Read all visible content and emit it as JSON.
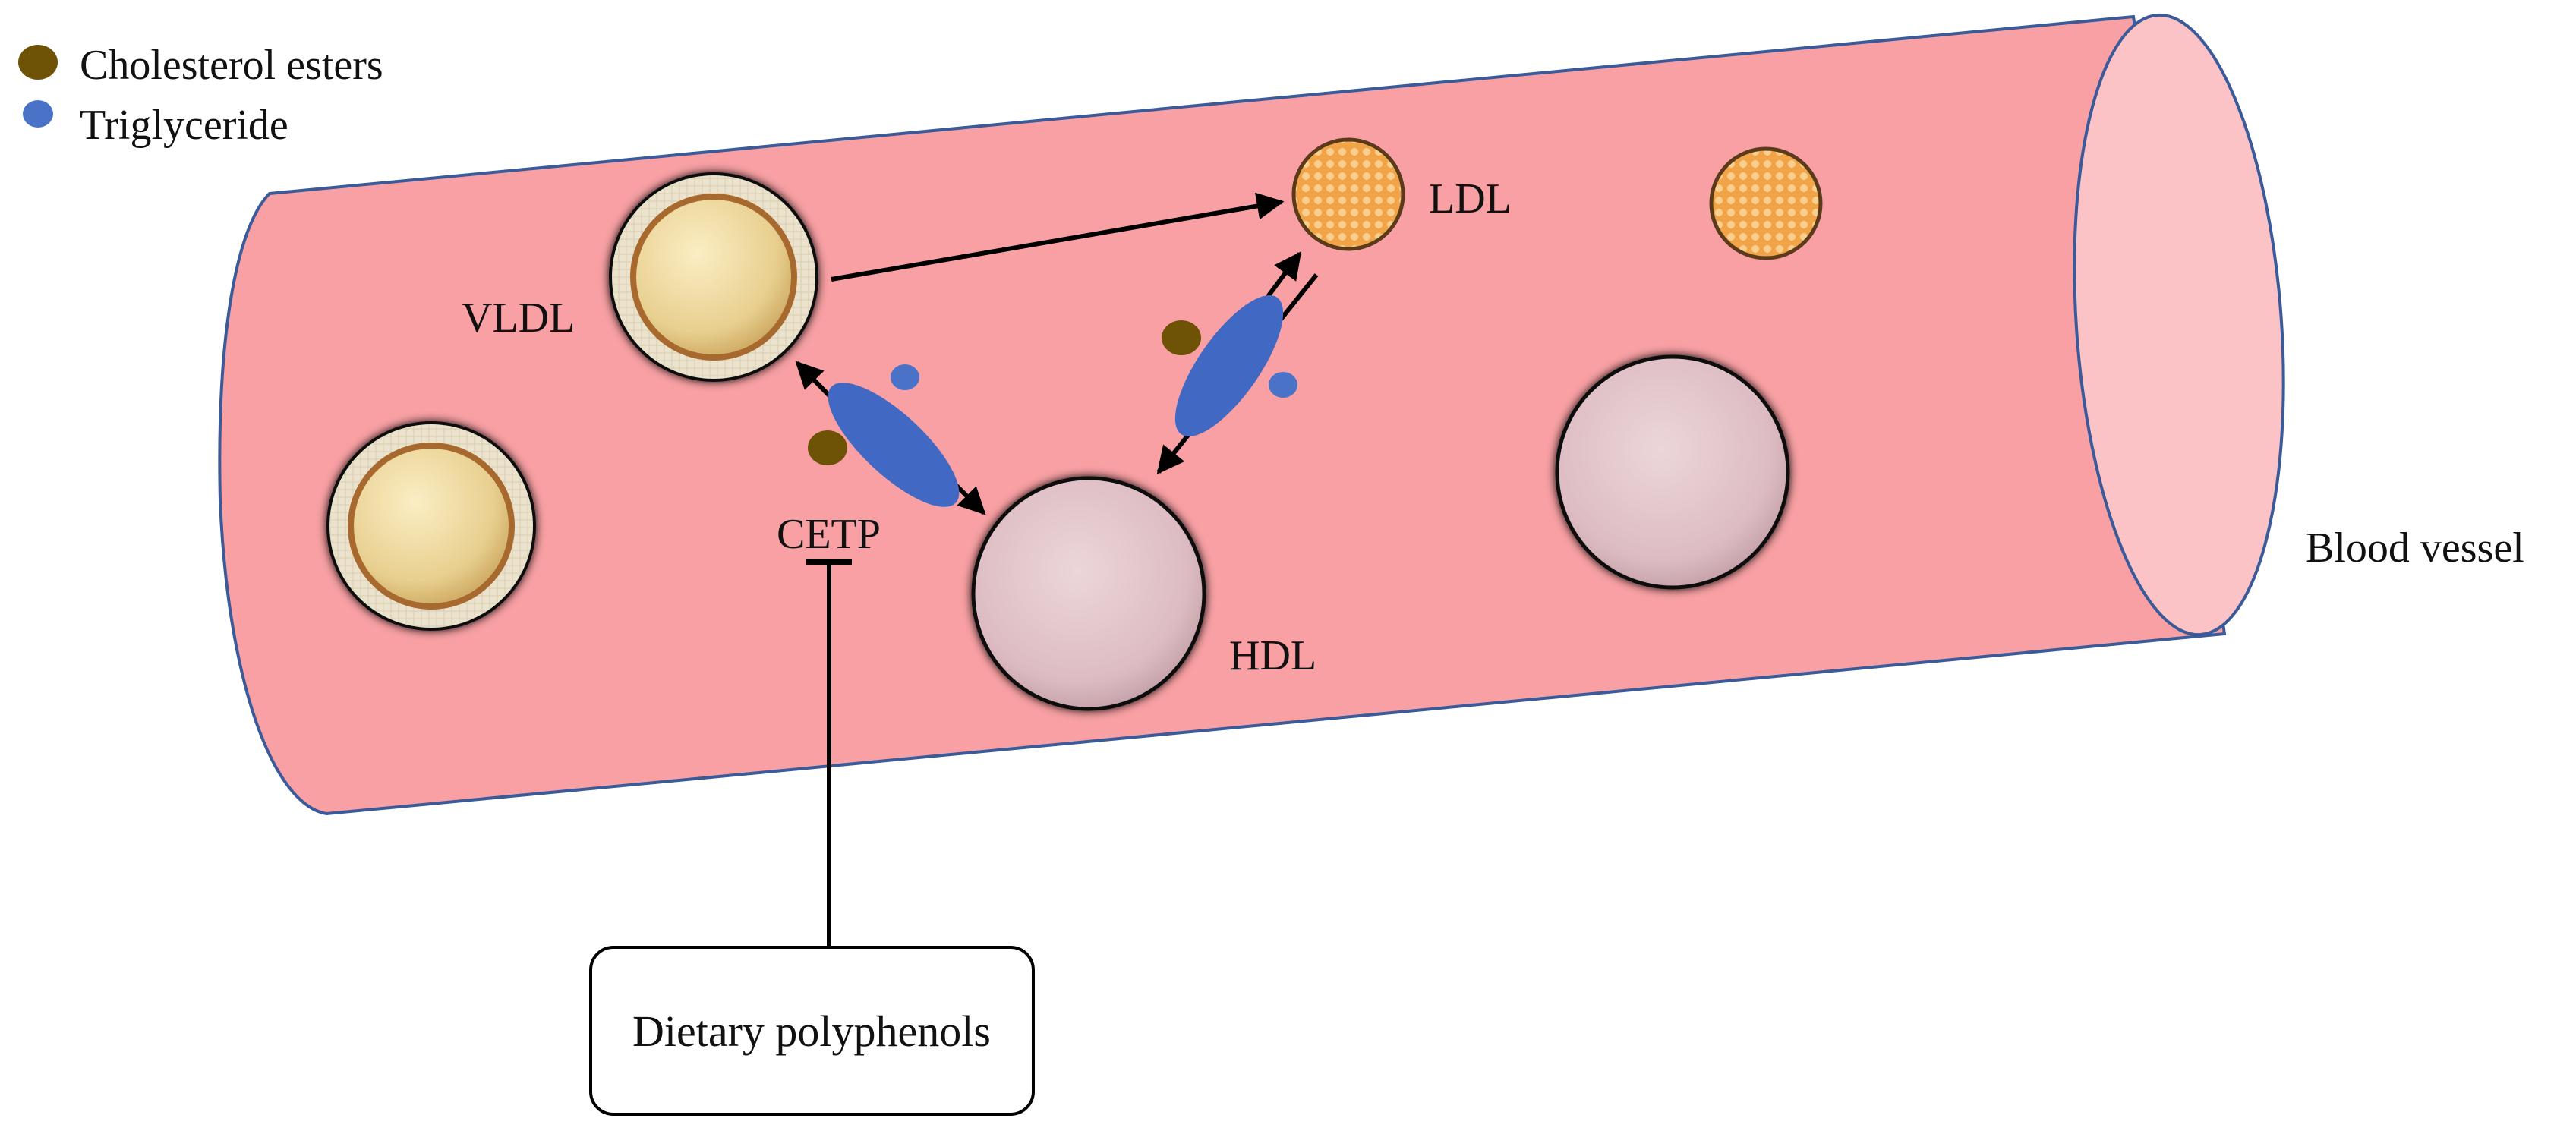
{
  "legend": {
    "cholesterol_esters": "Cholesterol esters",
    "triglyceride": "Triglyceride"
  },
  "labels": {
    "vldl": "VLDL",
    "ldl": "LDL",
    "hdl": "HDL",
    "cetp": "CETP",
    "blood_vessel": "Blood vessel",
    "dietary_polyphenols": "Dietary polyphenols"
  },
  "colors": {
    "vessel_body": "#f8a0a3",
    "vessel_opening": "#fbc3c5",
    "vessel_outline": "#3a5a9a",
    "cholesterol_ester": "#6e5206",
    "triglyceride": "#4a72c6",
    "cetp_protein": "#4168c2",
    "hdl_fill": "#e2c6cb",
    "vldl_core": "#edd59a",
    "vldl_shell": "#e9e0c8",
    "ldl_core": "#f0a04a"
  }
}
